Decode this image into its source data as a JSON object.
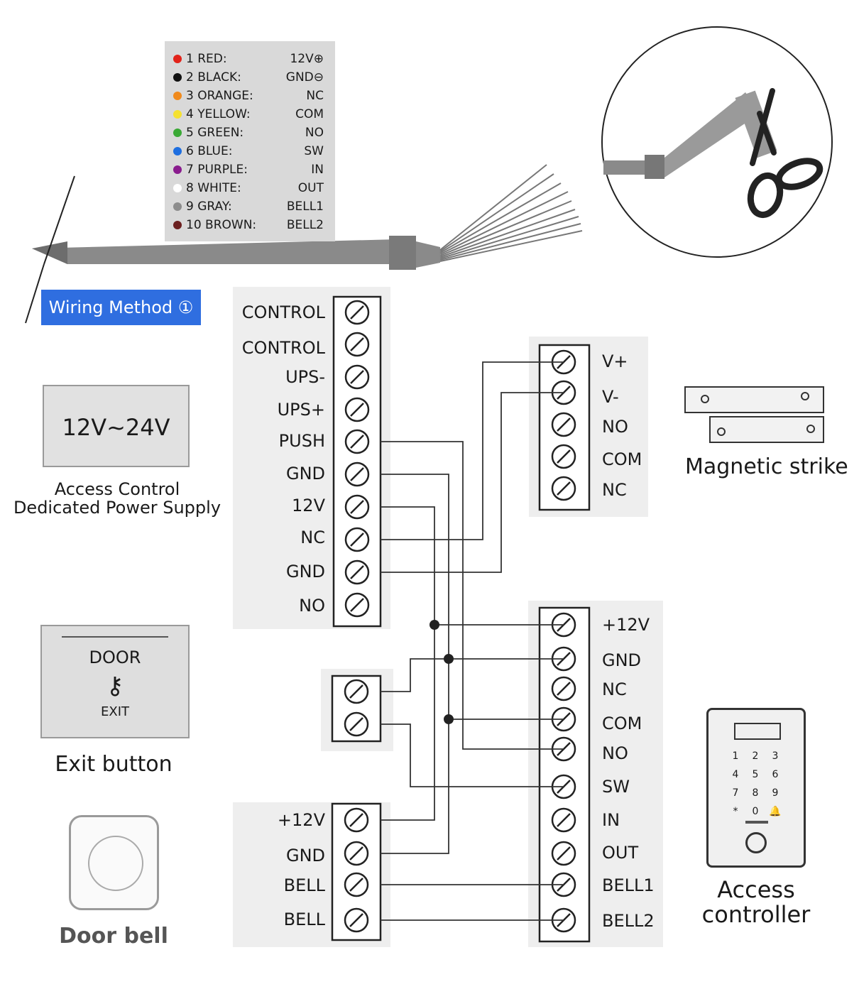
{
  "wire_legend": {
    "rows": [
      {
        "name": "1 RED:",
        "func": "12V⊕",
        "color": "#e2231a"
      },
      {
        "name": "2 BLACK:",
        "func": "GND⊖",
        "color": "#111111"
      },
      {
        "name": "3 ORANGE:",
        "func": "NC",
        "color": "#f08a1c"
      },
      {
        "name": "4 YELLOW:",
        "func": "COM",
        "color": "#f5e130"
      },
      {
        "name": "5 GREEN:",
        "func": "NO",
        "color": "#3aa935"
      },
      {
        "name": "6 BLUE:",
        "func": "SW",
        "color": "#1e6fe0"
      },
      {
        "name": "7 PURPLE:",
        "func": "IN",
        "color": "#8a1c8e"
      },
      {
        "name": "8 WHITE:",
        "func": "OUT",
        "color": "#ffffff"
      },
      {
        "name": "9 GRAY:",
        "func": "BELL1",
        "color": "#8c8c8c"
      },
      {
        "name": "10 BROWN:",
        "func": "BELL2",
        "color": "#6b1f1f"
      }
    ]
  },
  "wiring_method": {
    "label": "Wiring Method ①",
    "color": "#2f6ee0"
  },
  "power_supply": {
    "voltage": "12V~24V",
    "caption_line1": "Access Control",
    "caption_line2": "Dedicated Power Supply",
    "terminals": [
      "CONTROL",
      "CONTROL",
      "UPS-",
      "UPS+",
      "PUSH",
      "GND",
      "12V",
      "NC",
      "GND",
      "NO"
    ]
  },
  "magnetic_strike": {
    "caption": "Magnetic strike",
    "terminals": [
      "V+",
      "V-",
      "NO",
      "COM",
      "NC"
    ]
  },
  "exit_button": {
    "door": "DOOR",
    "exit": "EXIT",
    "caption": "Exit button",
    "key_glyph": "⚷"
  },
  "door_bell": {
    "caption": "Door bell",
    "terminals": [
      "+12V",
      "GND",
      "BELL",
      "BELL"
    ]
  },
  "access_controller": {
    "caption_line1": "Access",
    "caption_line2": "controller",
    "keypad": [
      "1",
      "2",
      "3",
      "4",
      "5",
      "6",
      "7",
      "8",
      "9",
      "*",
      "0",
      "🔔"
    ],
    "terminals": [
      "+12V",
      "GND",
      "NC",
      "COM",
      "NO",
      "SW",
      "IN",
      "OUT",
      "BELL1",
      "BELL2"
    ]
  }
}
